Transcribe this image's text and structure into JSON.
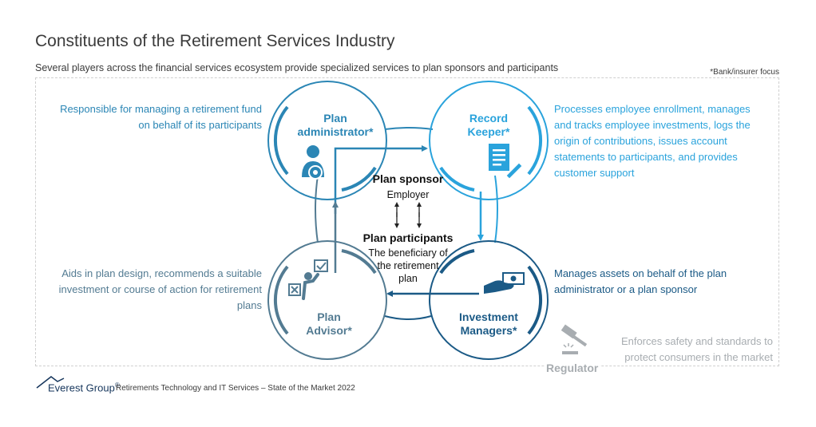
{
  "header": {
    "title": "Constituents of the Retirement Services Industry",
    "subtitle": "Several players across the financial services ecosystem provide specialized services to plan sponsors and participants",
    "note": "*Bank/insurer focus"
  },
  "nodes": {
    "administrator": {
      "label_1": "Plan",
      "label_2": "administrator*",
      "description": "Responsible for managing a retirement fund on behalf of its participants",
      "color": "#2b86b5",
      "icon": "person-gear-icon"
    },
    "record_keeper": {
      "label_1": "Record",
      "label_2": "Keeper*",
      "description": "Processes employee enrollment, manages and tracks employee investments, logs the origin of contributions, issues account statements to participants, and provides customer support",
      "color": "#2aa3dc",
      "icon": "document-pen-icon"
    },
    "investment_managers": {
      "label_1": "Investment",
      "label_2": "Managers*",
      "description": "Manages assets on behalf of the plan administrator or a plan sponsor",
      "color": "#1b5a86",
      "icon": "hand-money-icon"
    },
    "advisor": {
      "label_1": "Plan",
      "label_2": "Advisor*",
      "description": "Aids in plan design, recommends a suitable investment or course of action for retirement plans",
      "color": "#537b92",
      "icon": "presenter-board-icon"
    }
  },
  "center": {
    "sponsor_title": "Plan sponsor",
    "sponsor_sub": "Employer",
    "participants_title": "Plan participants",
    "participants_sub_1": "The beneficiary of",
    "participants_sub_2": "the retirement",
    "participants_sub_3": "plan"
  },
  "regulator": {
    "label": "Regulator",
    "description": "Enforces safety and standards to protect consumers in the market",
    "color": "#a8adb1",
    "icon": "gavel-icon"
  },
  "footer": {
    "brand": "Everest Group",
    "brand_mark": "®",
    "text": "Retirements Technology and IT Services – State of the Market 2022"
  }
}
